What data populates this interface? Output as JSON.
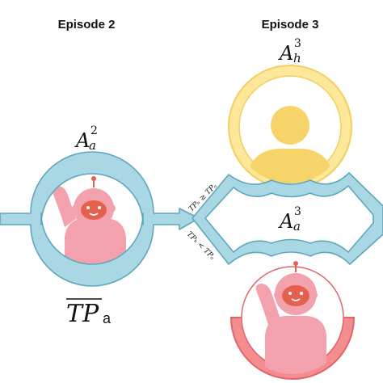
{
  "episodes": {
    "left_title": "Episode 2",
    "right_title": "Episode 3"
  },
  "labels": {
    "agent_ep2": {
      "base": "A",
      "sub": "a",
      "sup": "2"
    },
    "human_ep3": {
      "base": "A",
      "sub": "h",
      "sup": "3"
    },
    "agent_ep3": {
      "base": "A",
      "sub": "a",
      "sup": "3"
    },
    "tp_agent": {
      "base": "TP",
      "sub": "a"
    }
  },
  "conditions": {
    "upper": "TPₕ ≥ TPₐ",
    "lower": "TPₕ < TPₐ"
  },
  "colors": {
    "blue_fill": "#a9d8e4",
    "blue_stroke": "#5fa6bf",
    "pink_fill": "#f48d8f",
    "pink_stroke": "#e0666b",
    "yellow_fill": "#fde79a",
    "yellow_stroke": "#f2cf5e",
    "human_icon": "#f7d46a",
    "robot_body": "#f3a2ad",
    "robot_face": "#e6614d"
  },
  "icons": {
    "human": "person-icon",
    "agent": "robot-icon"
  }
}
